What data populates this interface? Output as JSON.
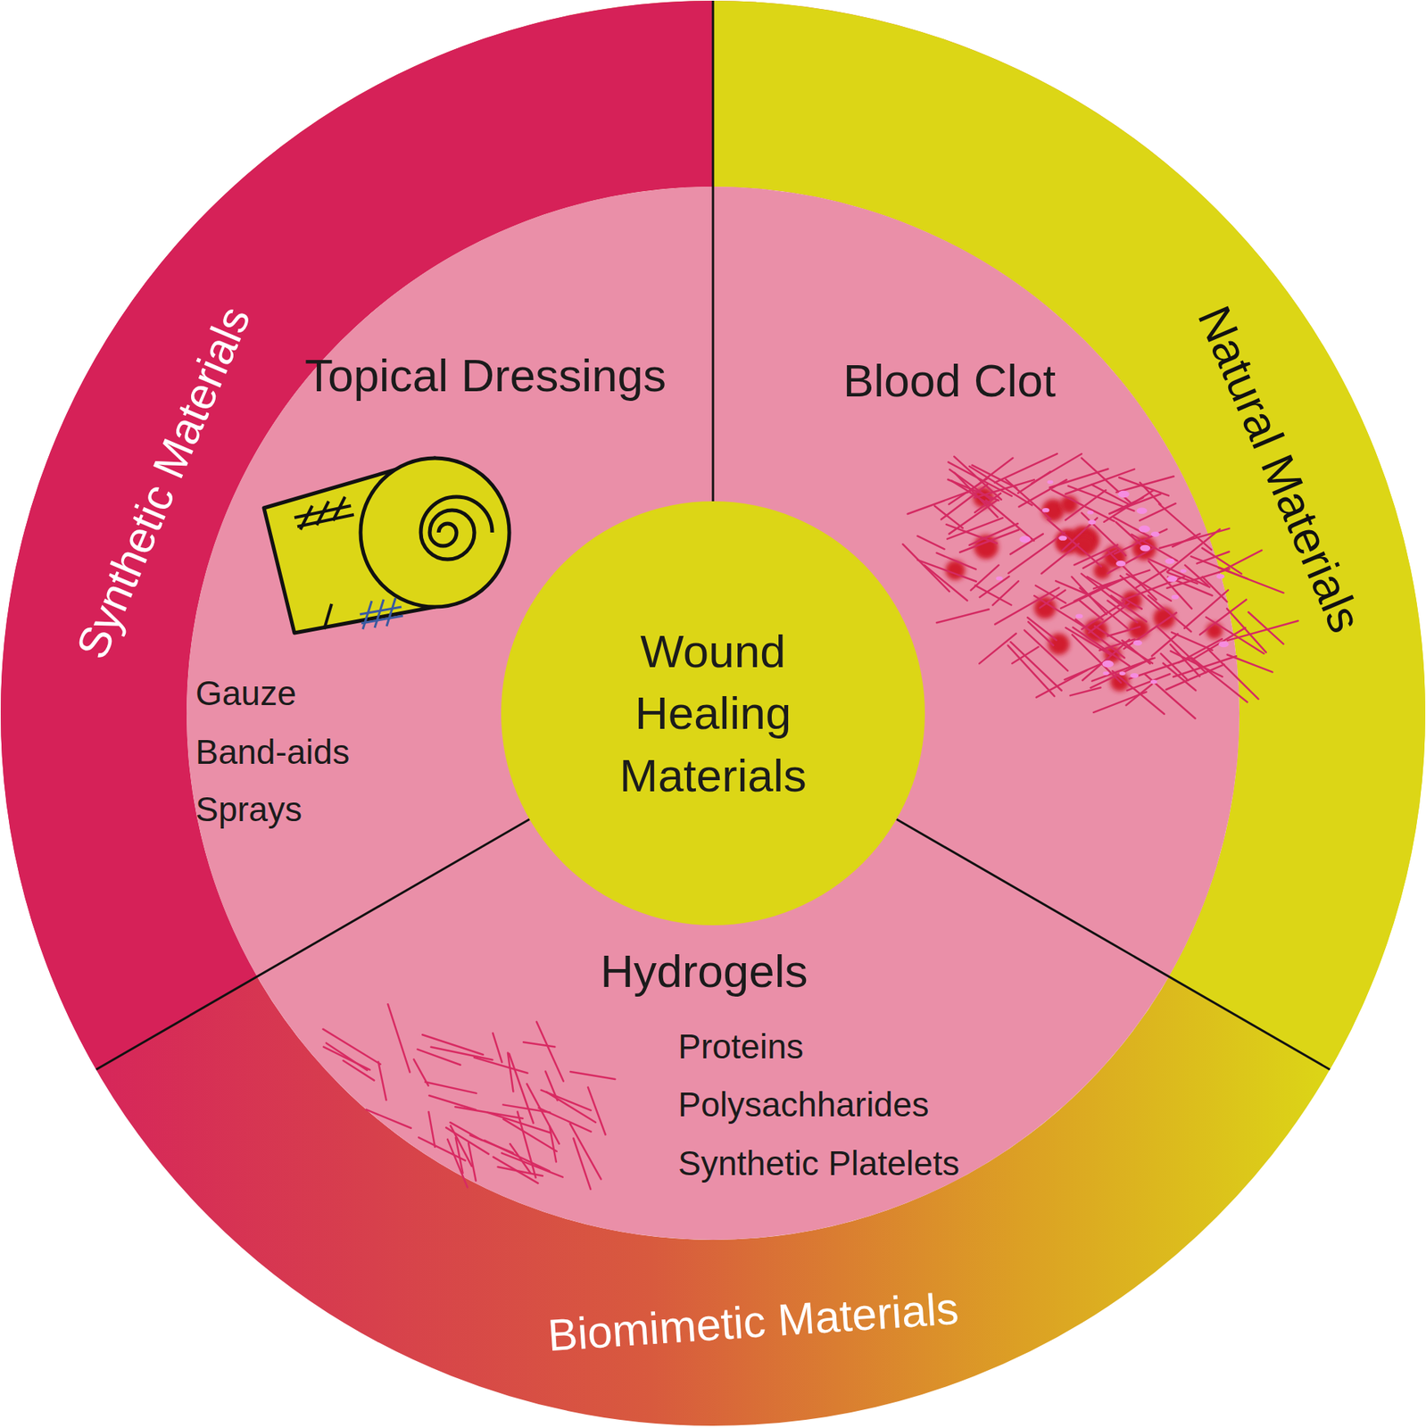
{
  "diagram": {
    "nodes": [
      {
        "text": [
          "Topical Dressings",
          "Gauze",
          "Band-aids",
          "Sprays"
        ]
      },
      {
        "text": [
          "Blood Clot"
        ]
      },
      {
        "text": [
          "Wound Healing Materials"
        ]
      },
      {
        "text": [
          "Hydrogels",
          "Proteins",
          "Polysachharides",
          "Synthetic Platelets"
        ]
      }
    ],
    "labels": [
      "Synthetic Materials",
      "Natural Materials",
      "Biomimetic Materials"
    ]
  }
}
